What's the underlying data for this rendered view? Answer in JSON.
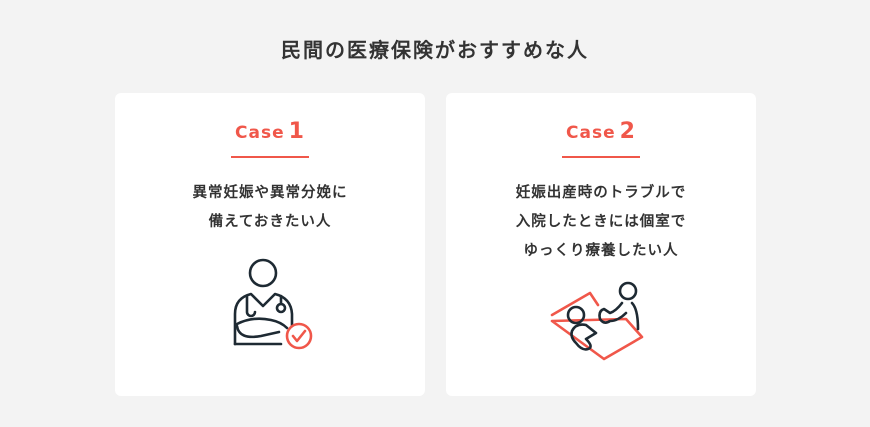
{
  "page": {
    "title": "民間の医療保険がおすすめな人"
  },
  "accent_color": "#f0574a",
  "cards": [
    {
      "case_label": "Case",
      "case_number": "1",
      "description_lines": [
        "異常妊娠や異常分娩に",
        "備えておきたい人"
      ],
      "icon": "doctor-check-icon"
    },
    {
      "case_label": "Case",
      "case_number": "2",
      "description_lines": [
        "妊娠出産時のトラブルで",
        "入院したときには個室で",
        "ゆっくり療養したい人"
      ],
      "icon": "hospital-bed-care-icon"
    }
  ]
}
